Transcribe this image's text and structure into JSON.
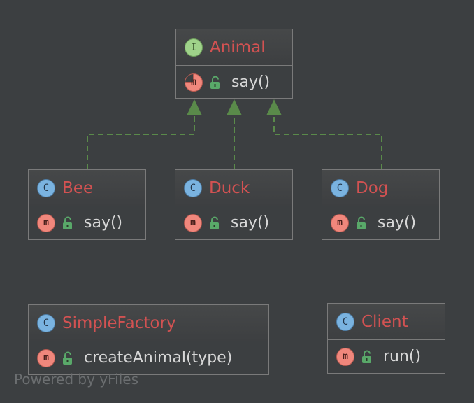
{
  "diagram": {
    "interface": {
      "badge": "I",
      "name": "Animal",
      "method_badge": "m",
      "method": "say()"
    },
    "classes": {
      "bee": {
        "badge": "C",
        "name": "Bee",
        "method_badge": "m",
        "method": "say()"
      },
      "duck": {
        "badge": "C",
        "name": "Duck",
        "method_badge": "m",
        "method": "say()"
      },
      "dog": {
        "badge": "C",
        "name": "Dog",
        "method_badge": "m",
        "method": "say()"
      },
      "simple_factory": {
        "badge": "C",
        "name": "SimpleFactory",
        "method_badge": "m",
        "method": "createAnimal(type)"
      },
      "client": {
        "badge": "C",
        "name": "Client",
        "method_badge": "m",
        "method": "run()"
      }
    },
    "relations": [
      {
        "from": "Bee",
        "to": "Animal",
        "kind": "implements"
      },
      {
        "from": "Duck",
        "to": "Animal",
        "kind": "implements"
      },
      {
        "from": "Dog",
        "to": "Animal",
        "kind": "implements"
      }
    ],
    "colors": {
      "background": "#3c3f41",
      "class_name": "#d25252",
      "member_text": "#d7d7d7",
      "border": "#7a7a7a",
      "edge": "#5a8a4a",
      "interface_badge": "#9fd28a",
      "class_badge": "#7ab3e0",
      "method_badge": "#f0877c",
      "lock_icon": "#59a869"
    }
  },
  "watermark": "Powered by yFiles"
}
